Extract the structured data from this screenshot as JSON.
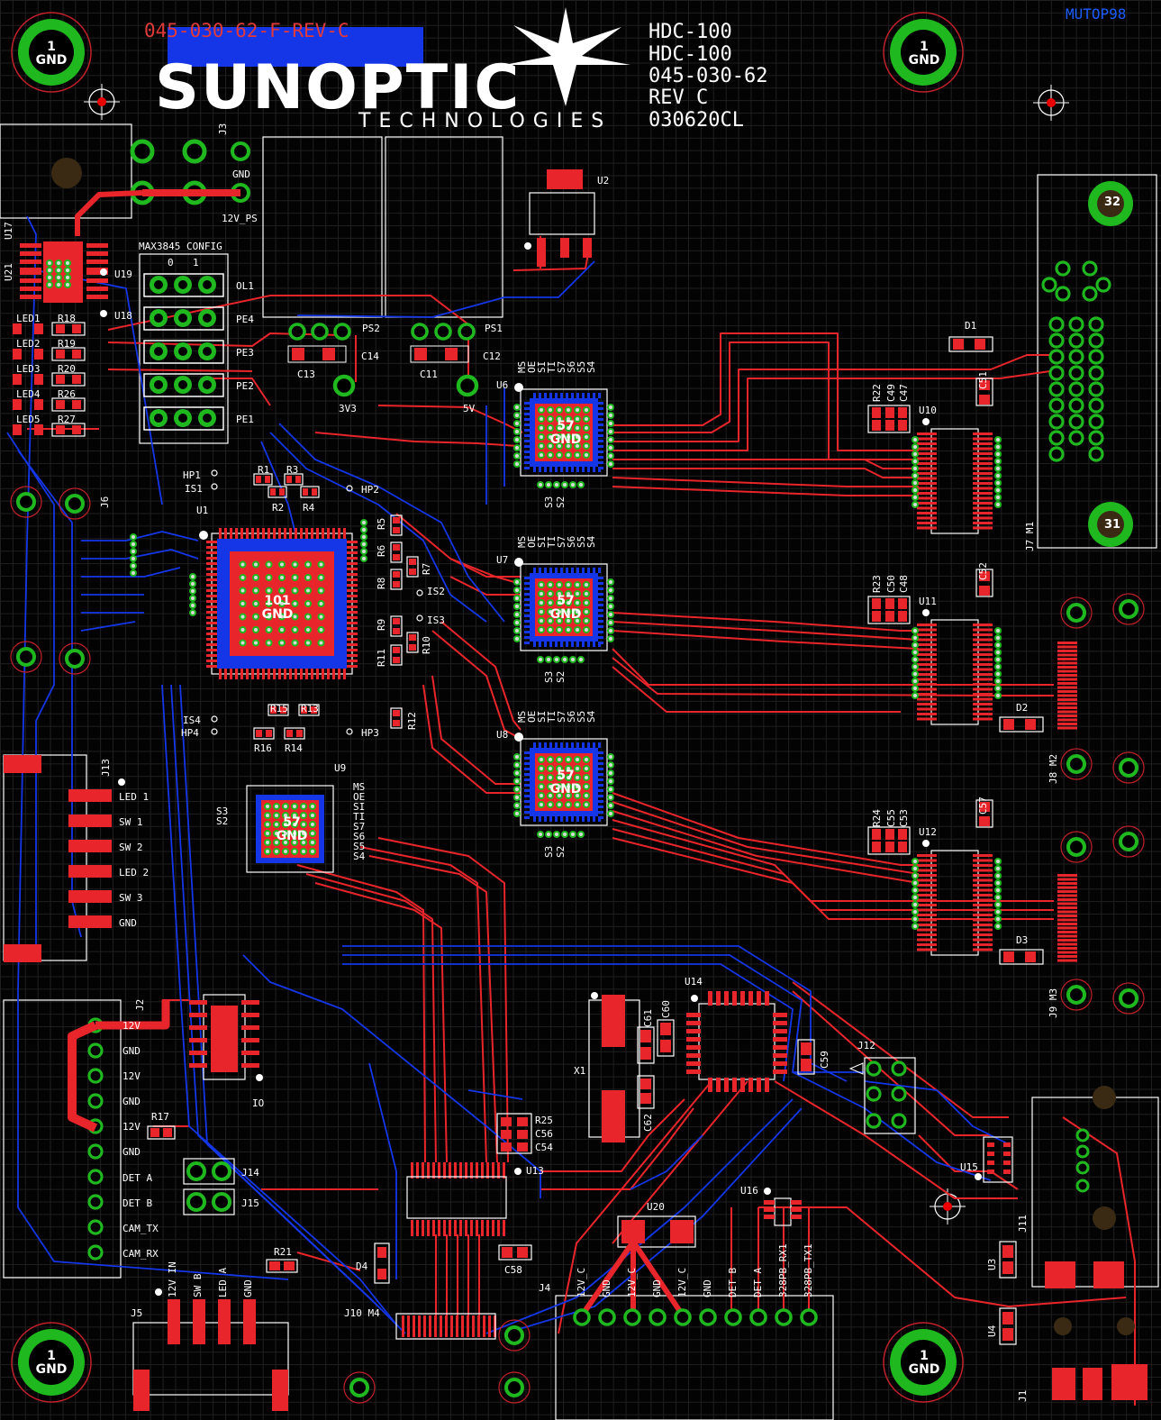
{
  "board": {
    "part_number": "045-030-62-F-REV-C",
    "layer": "MUTOP98",
    "logo_main": "SUNOPTIC",
    "logo_sub": "TECHNOLOGIES",
    "info": [
      "HDC-100",
      "HDC-100",
      "045-030-62",
      "REV C",
      "030620CL"
    ]
  },
  "corner_pads": {
    "num": "1",
    "label": "GND"
  },
  "m1_pads": [
    "32",
    "31"
  ],
  "chips": [
    {
      "ref": "U1",
      "pad_num": "101",
      "pad_label": "GND"
    },
    {
      "ref": "U6",
      "pad_num": "57",
      "pad_label": "GND"
    },
    {
      "ref": "U7",
      "pad_num": "57",
      "pad_label": "GND"
    },
    {
      "ref": "U8",
      "pad_num": "57",
      "pad_label": "GND"
    },
    {
      "ref": "U9",
      "pad_num": "57",
      "pad_label": "GND"
    }
  ],
  "j3": {
    "ref": "J3",
    "pins": [
      "GND",
      "12V_PS"
    ]
  },
  "config": {
    "title": "MAX3845 CONFIG",
    "cols": [
      "0",
      "1"
    ],
    "rows": [
      "OL1",
      "PE4",
      "PE3",
      "PE2",
      "PE1"
    ]
  },
  "regulators": {
    "ps2": "PS2",
    "ps1": "PS1",
    "c13": "C13",
    "c14": "C14",
    "c11": "C11",
    "c12": "C12",
    "tp_3v3": "3V3",
    "tp_5v": "5V",
    "u2": "U2"
  },
  "leds": [
    {
      "led": "LED1",
      "res": "R18"
    },
    {
      "led": "LED2",
      "res": "R19"
    },
    {
      "led": "LED3",
      "res": "R20"
    },
    {
      "led": "LED4",
      "res": "R26"
    },
    {
      "led": "LED5",
      "res": "R27"
    }
  ],
  "u17u21": {
    "u17": "U17",
    "u21": "U21",
    "u19": "U19",
    "u18": "U18"
  },
  "u1_area": {
    "resistors": [
      "R1",
      "R2",
      "R3",
      "R4",
      "R5",
      "R6",
      "R7",
      "R8",
      "R9",
      "R10",
      "R11",
      "R12",
      "R13",
      "R14",
      "R15",
      "R16"
    ],
    "testpoints": [
      "HP1",
      "IS1",
      "HP2",
      "IS2",
      "IS3",
      "IS4",
      "HP4",
      "HP3"
    ],
    "j6": "J6"
  },
  "sfp_pins": {
    "top": [
      "MS",
      "OE",
      "SI",
      "TI",
      "S7",
      "S6",
      "S5",
      "S4"
    ],
    "bottom": [
      "S3",
      "S2"
    ]
  },
  "u9_pins": [
    "MS",
    "OE",
    "SI",
    "TI",
    "S7",
    "S6",
    "S5",
    "S4"
  ],
  "u9_side": [
    "S3",
    "S2"
  ],
  "right_blocks": [
    {
      "u": "U10",
      "r": "R22",
      "c1": "C49",
      "c2": "C47",
      "c3": "C51",
      "d": "D1"
    },
    {
      "u": "U11",
      "r": "R23",
      "c1": "C50",
      "c2": "C48",
      "c3": "C52",
      "d": "D2"
    },
    {
      "u": "U12",
      "r": "R24",
      "c1": "C55",
      "c2": "C53",
      "c3": "C57",
      "d": "D3"
    }
  ],
  "right_connectors": {
    "j7": "J7 M1",
    "j8": "J8 M2",
    "j9": "J9 M3"
  },
  "j13": {
    "ref": "J13",
    "pins": [
      "LED 1",
      "SW 1",
      "SW 2",
      "LED 2",
      "SW 3",
      "GND"
    ]
  },
  "j2": {
    "ref": "J2",
    "pins": [
      "12V",
      "GND",
      "12V",
      "GND",
      "12V",
      "GND",
      "DET A",
      "DET B",
      "CAM_TX",
      "CAM_RX"
    ]
  },
  "misc": {
    "r17": "R17",
    "io": "IO",
    "j14": "J14",
    "j15": "J15",
    "r21": "R21",
    "d4": "D4",
    "j10": "J10 M4",
    "c58": "C58",
    "r25": "R25",
    "c56": "C56",
    "c54": "C54",
    "u13": "U13",
    "x1": "X1",
    "c61": "C61",
    "c60": "C60",
    "c62": "C62",
    "u14": "U14",
    "c59": "C59",
    "j12": "J12",
    "u15": "U15",
    "u16": "U16",
    "u20": "U20",
    "j11": "J11",
    "u3": "U3",
    "u4": "U4",
    "j1": "J1"
  },
  "j5": {
    "ref": "J5",
    "pins": [
      "12V IN",
      "SW B",
      "LED A",
      "GND"
    ]
  },
  "j4": {
    "ref": "J4",
    "pins": [
      "12V_C",
      "GND",
      "12V_C",
      "GND",
      "12V_C",
      "GND",
      "DET B",
      "DET A",
      "328PB_RX1",
      "328PB_TX1"
    ]
  },
  "colors": {
    "copper_top": "#e8252a",
    "copper_bottom": "#1436e6",
    "pad_ring": "#1fb81f",
    "silk": "#ffffff"
  }
}
